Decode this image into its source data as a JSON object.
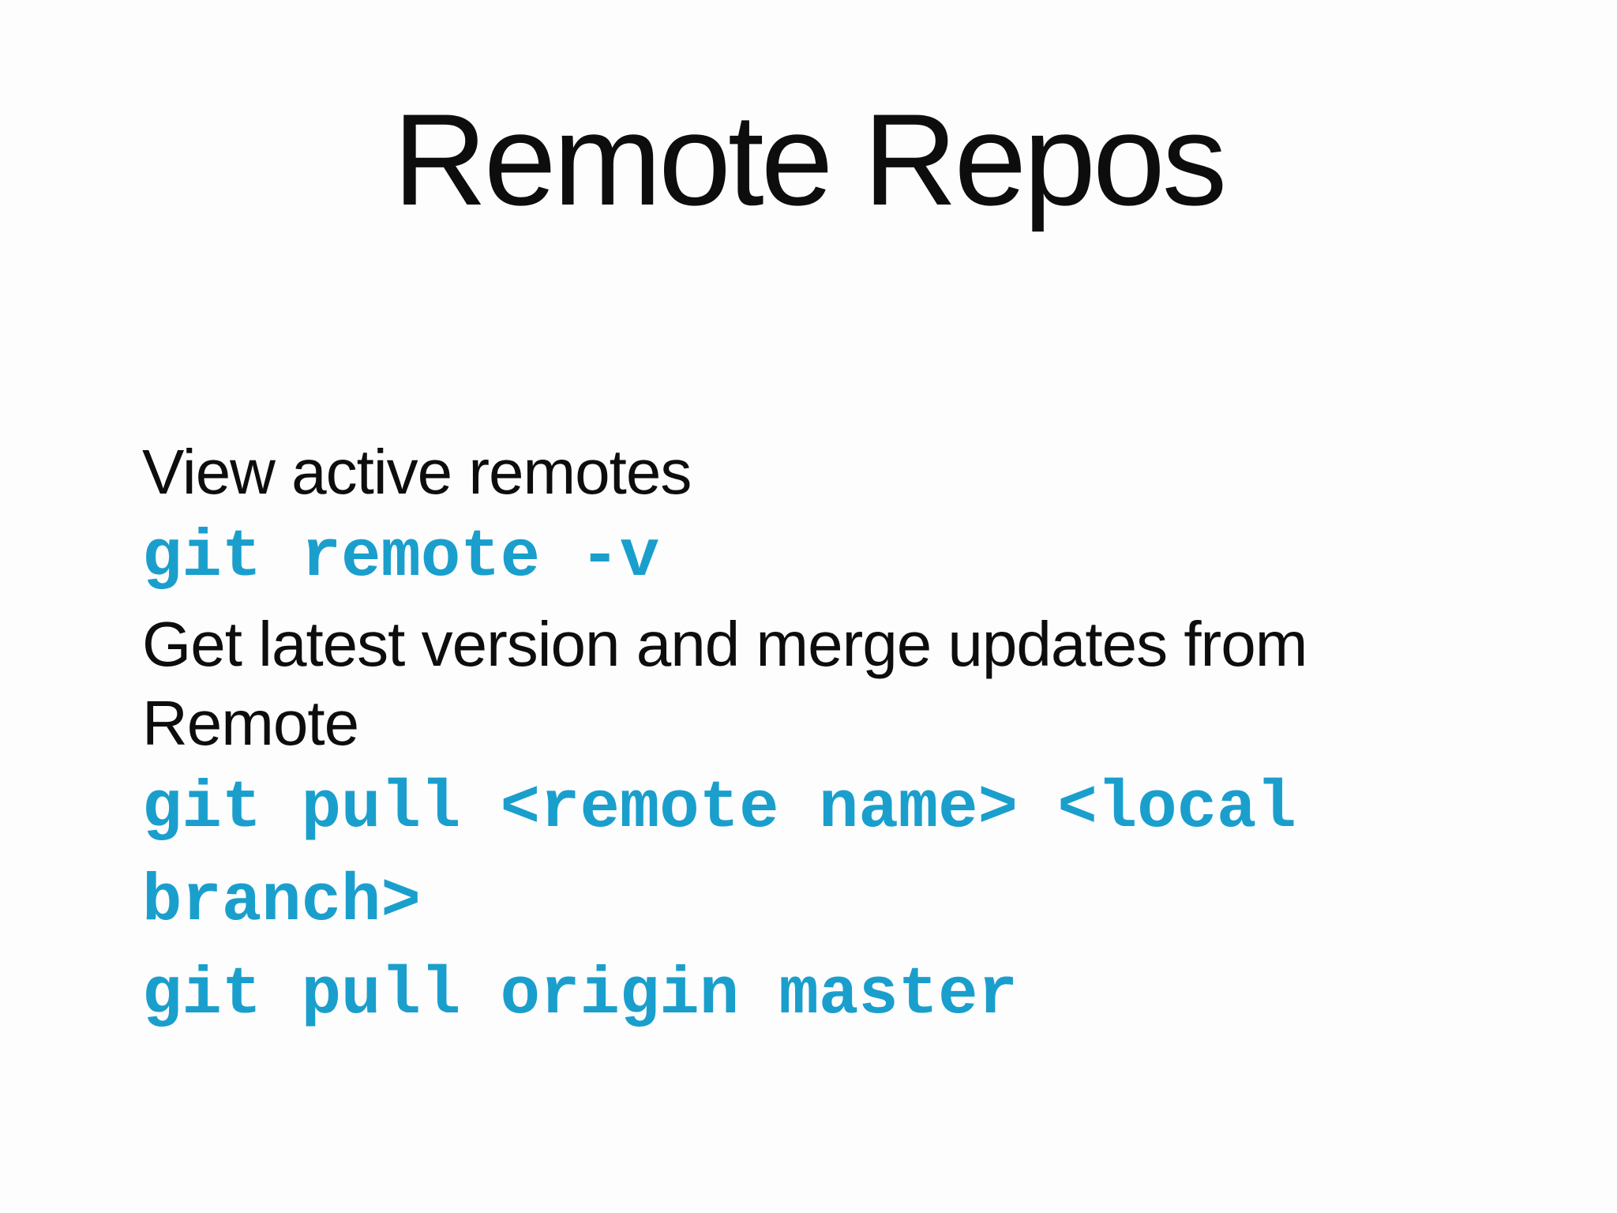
{
  "slide": {
    "title": "Remote Repos",
    "colors": {
      "background": "#fdfdfe",
      "text": "#0d0d0d",
      "code": "#1a9fcd"
    },
    "lines": [
      {
        "type": "text",
        "content": "View active remotes"
      },
      {
        "type": "code",
        "content": "git remote -v"
      },
      {
        "type": "text",
        "content": "Get latest version and merge updates from Remote"
      },
      {
        "type": "code",
        "content": "git pull <remote name> <local branch>"
      },
      {
        "type": "code",
        "content": "git pull origin master"
      }
    ]
  }
}
